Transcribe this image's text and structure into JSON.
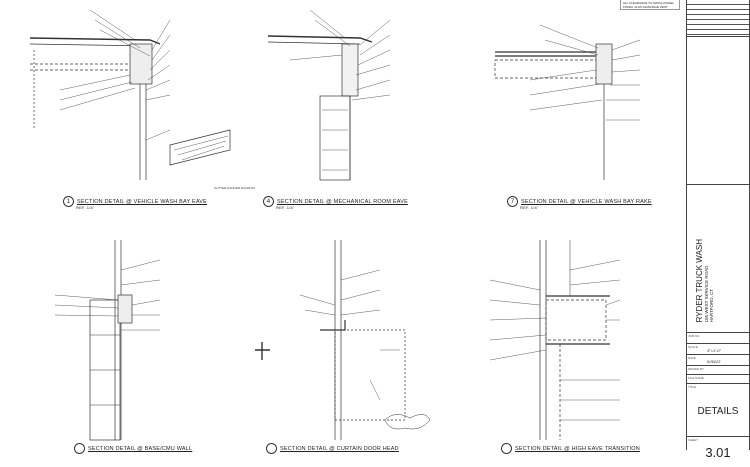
{
  "general_note": "ALL CLEARANCE TO MATCH PANEL FINISH, ALSO DRAINAGE VENT",
  "details": [
    {
      "number": "1",
      "title": "SECTION DETAIL @ VEHICLE WASH BAY EAVE",
      "scale": "REF. 1/4\""
    },
    {
      "number": "4",
      "title": "SECTION DETAIL @ MECHANICAL ROOM EAVE",
      "scale": "REF. 1/4\""
    },
    {
      "number": "7",
      "title": "SECTION DETAIL @ VEHICLE WASH BAY RAKE",
      "scale": "REF. 1/4\""
    },
    {
      "number": "",
      "title": "SECTION DETAIL @ BASE/CMU WALL",
      "scale": ""
    },
    {
      "number": "",
      "title": "SECTION DETAIL @ CURTAIN DOOR HEAD",
      "scale": ""
    },
    {
      "number": "",
      "title": "SECTION DETAIL @ HIGH EAVE TRANSITION",
      "scale": ""
    }
  ],
  "gutter_caption": "GUTTER HANGER DIAGRAM",
  "title_block": {
    "project_name": "RYDER TRUCK WASH",
    "address": "185 WEST SERVICE ROAD",
    "city": "HARTFORD, CT",
    "job_no_label": "JOB NO.",
    "scale_label": "SCALE",
    "scale_value": "3\"=1'-0\"",
    "date_label": "DATE",
    "date_value": "6/30/23",
    "drawn_by_label": "DRAWN BY",
    "file_name_label": "FILE NAME",
    "title_label": "TITLE",
    "sheet_title": "DETAILS",
    "sheet_label": "SHEET",
    "sheet_number": "3.01"
  }
}
